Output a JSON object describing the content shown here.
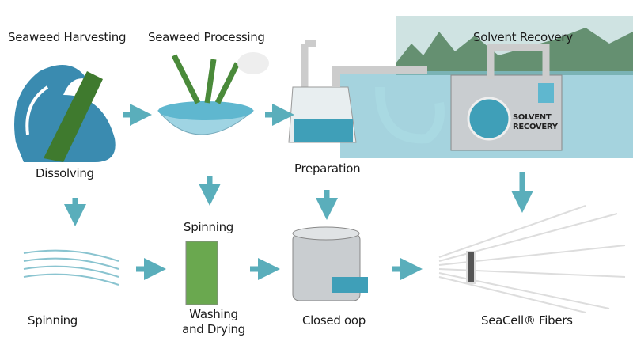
{
  "labels": {
    "harvesting": "Seaweed Harvesting",
    "processing": "Seaweed Processing",
    "solvent_recovery": "Solvent Recovery",
    "dissolving": "Dissolving",
    "preparation": "Preparation",
    "spinning_mid": "Spinning",
    "spinning_left": "Spinning",
    "washing": "Washing",
    "and_drying": "and Drying",
    "closed_loop": "Closed oop",
    "fibers": "SeaCell® Fibers",
    "machine_line1": "SOLVENT",
    "machine_line2": "RECOVERY"
  },
  "colors": {
    "arrow": "#5aaebb",
    "water": "#3f9fb8",
    "seaweed": "#3f7a2e",
    "metal": "#c9cdd0"
  }
}
